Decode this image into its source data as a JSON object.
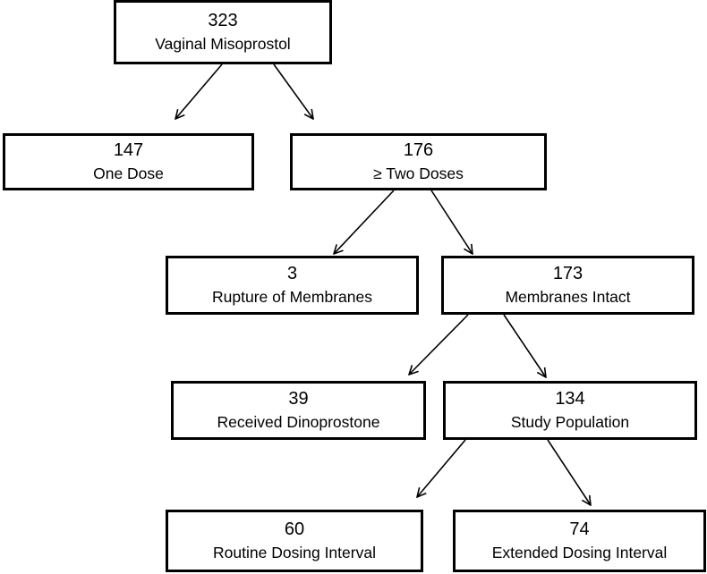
{
  "flowchart": {
    "nodes": [
      {
        "id": "root",
        "count": "323",
        "label": "Vaginal Misoprostol"
      },
      {
        "id": "one",
        "count": "147",
        "label": "One Dose"
      },
      {
        "id": "two",
        "count": "176",
        "label": "≥ Two Doses"
      },
      {
        "id": "rom",
        "count": "3",
        "label": "Rupture of Membranes"
      },
      {
        "id": "intact",
        "count": "173",
        "label": "Membranes Intact"
      },
      {
        "id": "dino",
        "count": "39",
        "label": "Received Dinoprostone"
      },
      {
        "id": "study",
        "count": "134",
        "label": "Study Population"
      },
      {
        "id": "routine",
        "count": "60",
        "label": "Routine Dosing Interval"
      },
      {
        "id": "ext",
        "count": "74",
        "label": "Extended Dosing Interval"
      }
    ],
    "edges": [
      {
        "from": "root",
        "to": "one"
      },
      {
        "from": "root",
        "to": "two"
      },
      {
        "from": "two",
        "to": "rom"
      },
      {
        "from": "two",
        "to": "intact"
      },
      {
        "from": "intact",
        "to": "dino"
      },
      {
        "from": "intact",
        "to": "study"
      },
      {
        "from": "study",
        "to": "routine"
      },
      {
        "from": "study",
        "to": "ext"
      }
    ],
    "colors": {
      "box_border": "#000000",
      "arrow": "#000000",
      "background": "#ffffff"
    }
  }
}
